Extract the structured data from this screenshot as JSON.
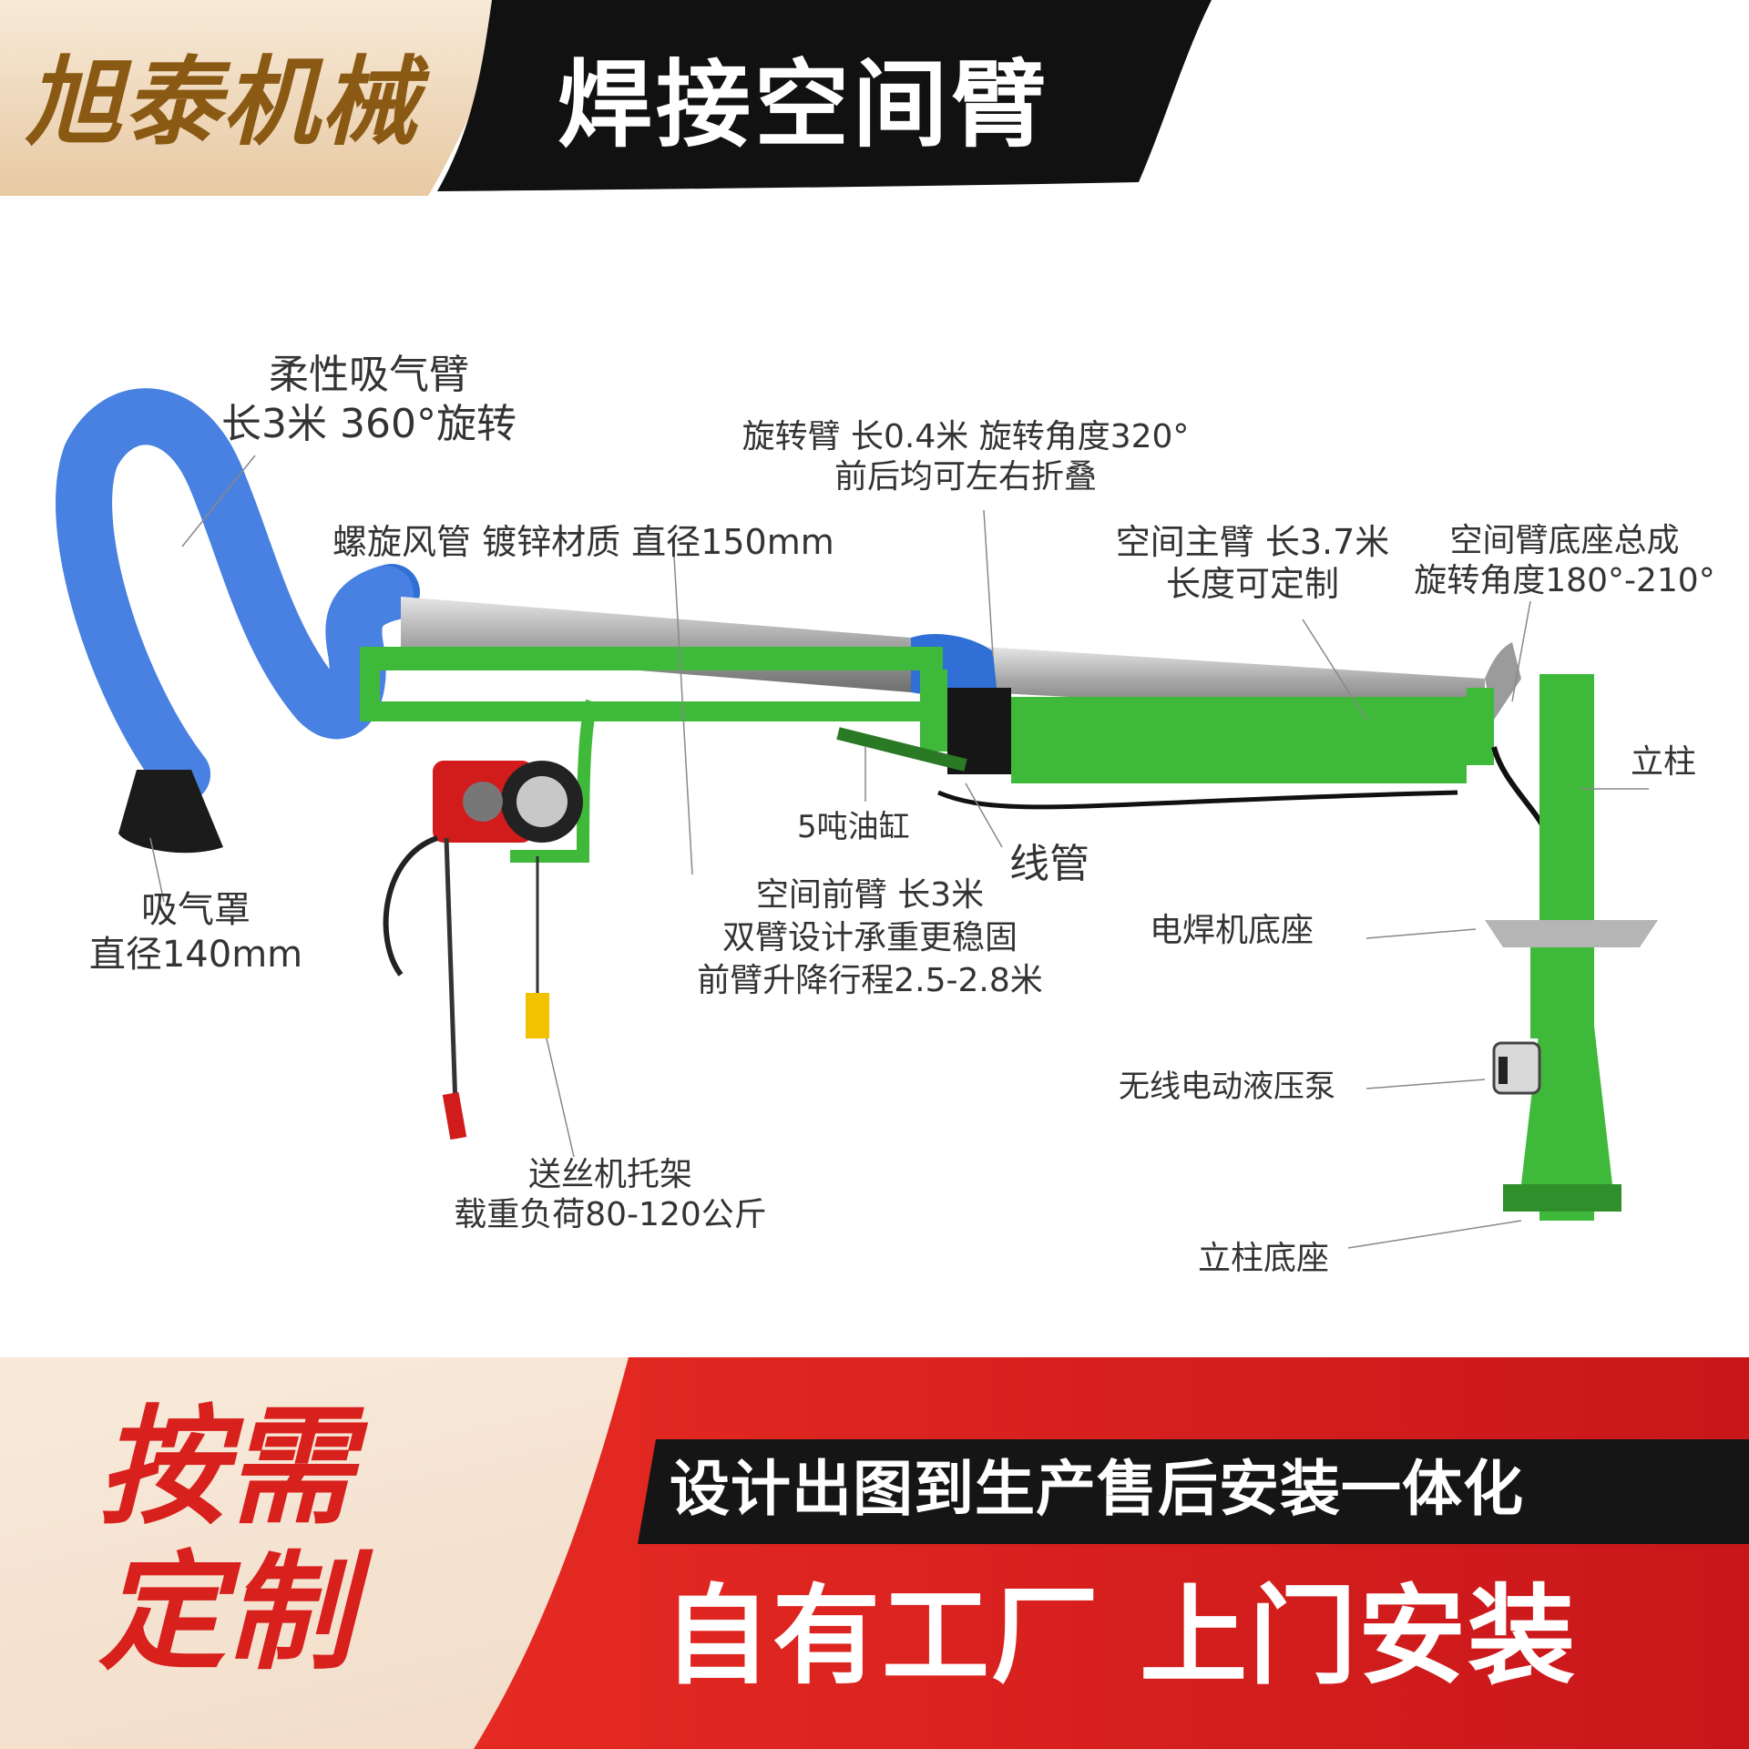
{
  "header": {
    "brand": "旭泰机械",
    "title": "焊接空间臂"
  },
  "labels": {
    "flex_arm_1": "柔性吸气臂",
    "flex_arm_2": "长3米 360°旋转",
    "rotating_arm_1": "旋转臂 长0.4米 旋转角度320°",
    "rotating_arm_2": "前后均可左右折叠",
    "duct": "螺旋风管 镀锌材质 直径150mm",
    "main_arm_1": "空间主臂 长3.7米",
    "main_arm_2": "长度可定制",
    "base_assembly_1": "空间臂底座总成",
    "base_assembly_2": "旋转角度180°-210°",
    "column": "立柱",
    "cylinder": "5吨油缸",
    "conduit": "线管",
    "hood_1": "吸气罩",
    "hood_2": "直径140mm",
    "front_arm_1": "空间前臂  长3米",
    "front_arm_2": "双臂设计承重更稳固",
    "front_arm_3": "前臂升降行程2.5-2.8米",
    "welder_base": "电焊机底座",
    "pump": "无线电动液压泵",
    "feeder_1": "送丝机托架",
    "feeder_2": "载重负荷80-120公斤",
    "column_base": "立柱底座"
  },
  "footer": {
    "custom_1": "按需",
    "custom_2": "定制",
    "slogan": "设计出图到生产售后安装一体化",
    "tagline": "自有工厂 上门安装"
  },
  "colors": {
    "arm_green": "#3fb93a",
    "hose_blue": "#2f6fd6",
    "brand_gold": "#8a5a14",
    "banner_red": "#d8201c",
    "banner_dark": "#1a1a1a"
  }
}
